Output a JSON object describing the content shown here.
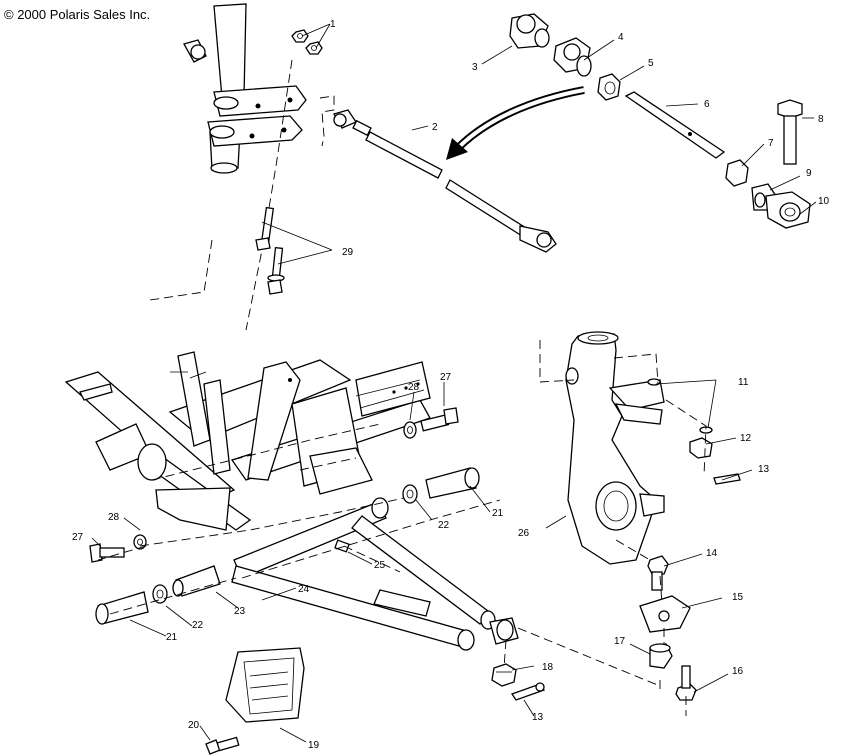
{
  "copyright": "© 2000 Polaris Sales Inc.",
  "callouts": [
    "1",
    "2",
    "3",
    "4",
    "5",
    "6",
    "7",
    "8",
    "9",
    "10",
    "11",
    "12",
    "13",
    "14",
    "15",
    "16",
    "17",
    "18",
    "19",
    "20",
    "21",
    "22",
    "23",
    "24",
    "25",
    "26",
    "27",
    "28",
    "29"
  ]
}
